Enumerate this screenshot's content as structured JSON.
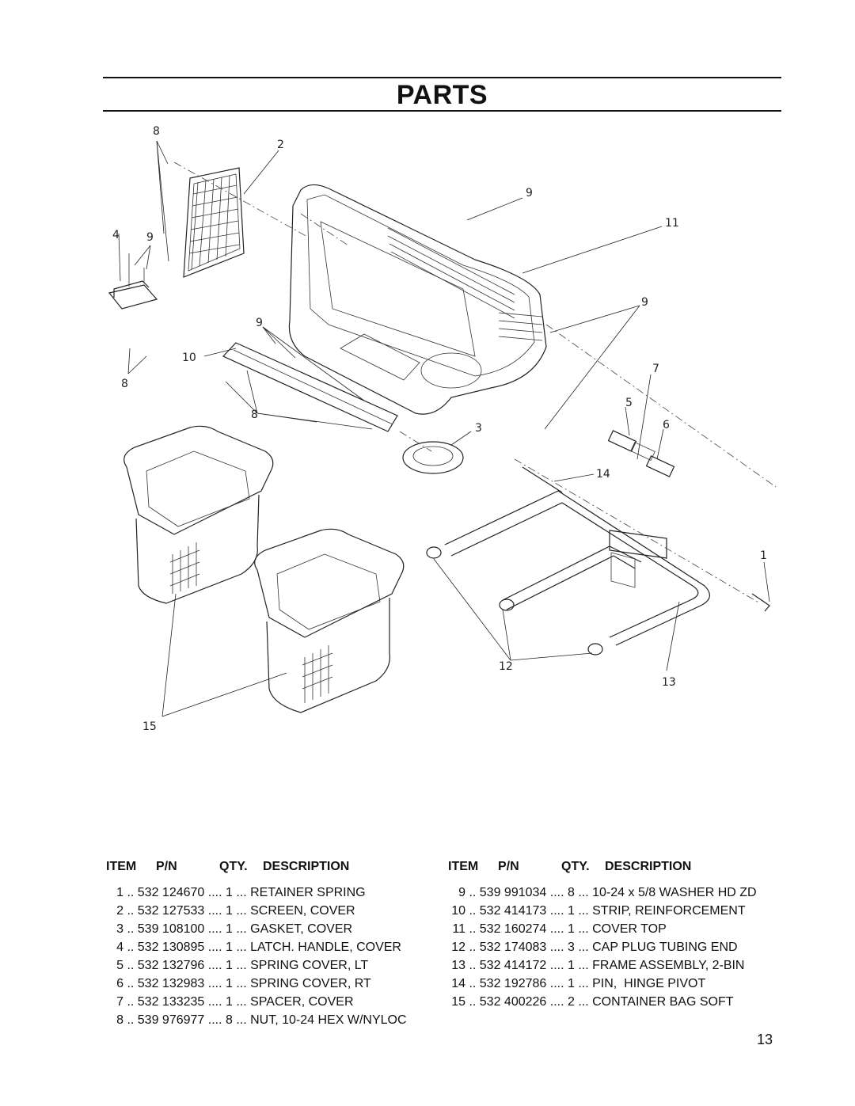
{
  "page": {
    "title": "PARTS",
    "page_number": "13"
  },
  "diagram": {
    "callouts": [
      "8",
      "2",
      "9",
      "11",
      "4",
      "9",
      "9",
      "9",
      "10",
      "7",
      "8",
      "5",
      "8",
      "6",
      "3",
      "14",
      "1",
      "12",
      "13",
      "15"
    ]
  },
  "table_headers": {
    "item": "ITEM",
    "pn": "P/N",
    "qty": "QTY.",
    "description": "DESCRIPTION"
  },
  "parts_left": [
    {
      "item": "1",
      "pn": "532 124670",
      "qty": "1",
      "description": "RETAINER SPRING"
    },
    {
      "item": "2",
      "pn": "532 127533",
      "qty": "1",
      "description": "SCREEN, COVER"
    },
    {
      "item": "3",
      "pn": "539 108100",
      "qty": "1",
      "description": "GASKET, COVER"
    },
    {
      "item": "4",
      "pn": "532 130895",
      "qty": "1",
      "description": "LATCH. HANDLE, COVER"
    },
    {
      "item": "5",
      "pn": "532 132796",
      "qty": "1",
      "description": "SPRING COVER, LT"
    },
    {
      "item": "6",
      "pn": "532 132983",
      "qty": "1",
      "description": "SPRING COVER, RT"
    },
    {
      "item": "7",
      "pn": "532 133235",
      "qty": "1",
      "description": "SPACER, COVER"
    },
    {
      "item": "8",
      "pn": "539 976977",
      "qty": "8",
      "description": "NUT, 10-24 HEX W/NYLOC"
    }
  ],
  "parts_right": [
    {
      "item": "9",
      "pn": "539 991034",
      "qty": "8",
      "description": "10-24 x 5/8 WASHER HD ZD"
    },
    {
      "item": "10",
      "pn": "532 414173",
      "qty": "1",
      "description": "STRIP, REINFORCEMENT"
    },
    {
      "item": "11",
      "pn": "532 160274",
      "qty": "1",
      "description": "COVER TOP"
    },
    {
      "item": "12",
      "pn": "532 174083",
      "qty": "3",
      "description": "CAP PLUG TUBING END"
    },
    {
      "item": "13",
      "pn": "532 414172",
      "qty": "1",
      "description": "FRAME ASSEMBLY, 2-BIN"
    },
    {
      "item": "14",
      "pn": "532 192786",
      "qty": "1",
      "description": "PIN,  HINGE PIVOT"
    },
    {
      "item": "15",
      "pn": "532 400226",
      "qty": "2",
      "description": "CONTAINER BAG SOFT"
    }
  ]
}
